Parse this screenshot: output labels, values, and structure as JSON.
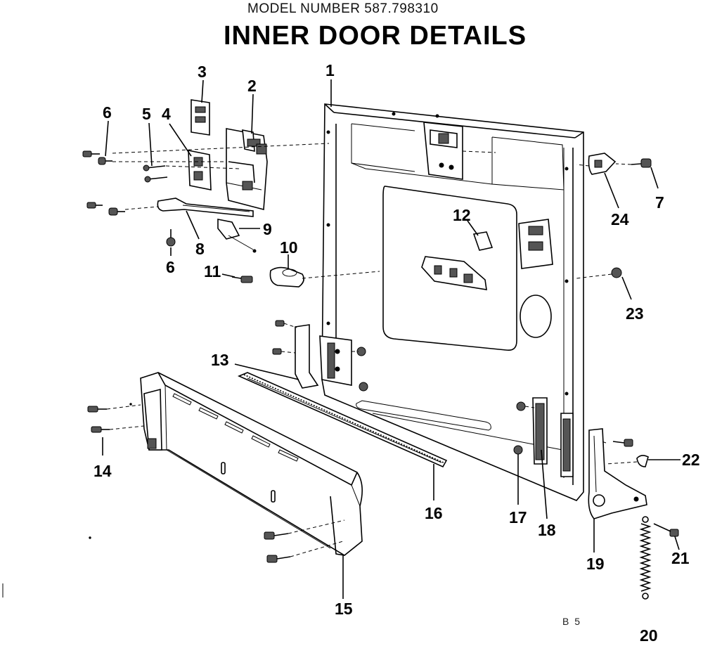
{
  "header": {
    "model_number": "MODEL NUMBER 587.798310",
    "title": "INNER DOOR DETAILS"
  },
  "footer": {
    "page_code": "B 5"
  },
  "callouts": [
    {
      "id": "c1",
      "label": "1"
    },
    {
      "id": "c2",
      "label": "2"
    },
    {
      "id": "c3",
      "label": "3"
    },
    {
      "id": "c4",
      "label": "4"
    },
    {
      "id": "c5",
      "label": "5"
    },
    {
      "id": "c6a",
      "label": "6"
    },
    {
      "id": "c6b",
      "label": "6"
    },
    {
      "id": "c7",
      "label": "7"
    },
    {
      "id": "c8",
      "label": "8"
    },
    {
      "id": "c9",
      "label": "9"
    },
    {
      "id": "c10",
      "label": "10"
    },
    {
      "id": "c11",
      "label": "11"
    },
    {
      "id": "c12",
      "label": "12"
    },
    {
      "id": "c13",
      "label": "13"
    },
    {
      "id": "c14",
      "label": "14"
    },
    {
      "id": "c15",
      "label": "15"
    },
    {
      "id": "c16",
      "label": "16"
    },
    {
      "id": "c17",
      "label": "17"
    },
    {
      "id": "c18",
      "label": "18"
    },
    {
      "id": "c19",
      "label": "19"
    },
    {
      "id": "c20",
      "label": "20"
    },
    {
      "id": "c21",
      "label": "21"
    },
    {
      "id": "c22",
      "label": "22"
    },
    {
      "id": "c23",
      "label": "23"
    },
    {
      "id": "c24",
      "label": "24"
    }
  ]
}
